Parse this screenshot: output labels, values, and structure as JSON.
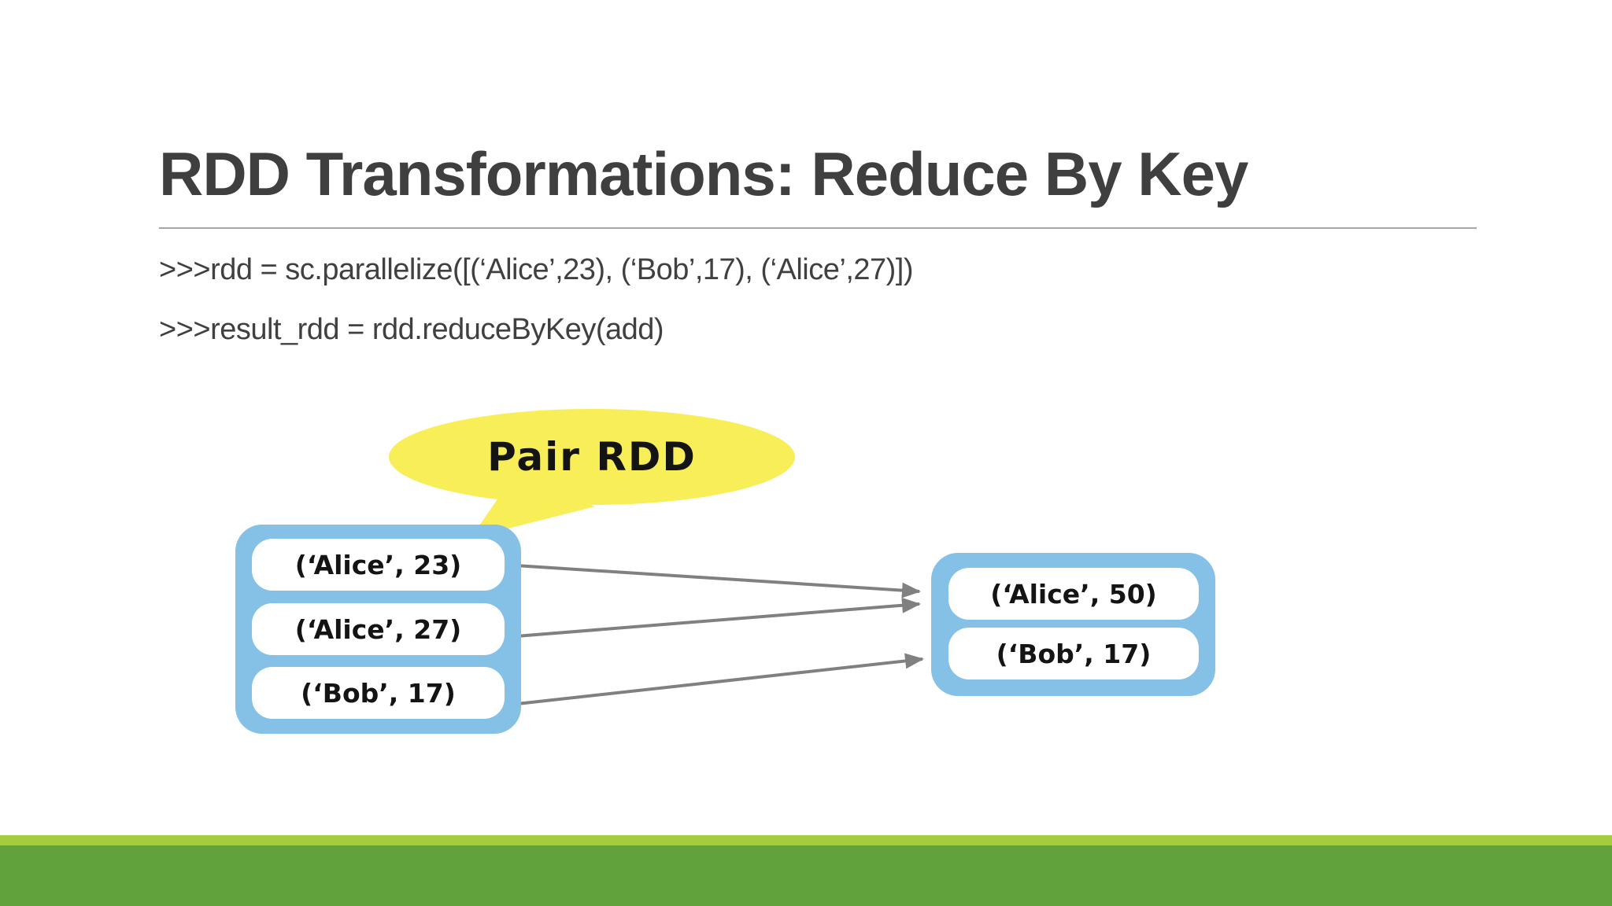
{
  "slide": {
    "title": "RDD Transformations: Reduce By Key",
    "code_lines": [
      ">>>rdd = sc.parallelize([(‘Alice’,23), (‘Bob’,17), (‘Alice’,27)])",
      ">>>result_rdd = rdd.reduceByKey(add)"
    ],
    "diagram": {
      "callout_label": "Pair RDD",
      "source_rdd": {
        "items": [
          "(‘Alice’, 23)",
          "(‘Alice’, 27)",
          "(‘Bob’, 17)"
        ]
      },
      "result_rdd": {
        "items": [
          "(‘Alice’, 50)",
          "(‘Bob’, 17)"
        ]
      }
    },
    "colors": {
      "title_gray": "#3f3f3f",
      "rule_gray": "#a6a6a6",
      "code_gray": "#404040",
      "bubble_yellow": "#f8ee57",
      "container_blue": "#85c1e6",
      "arrow_gray": "#808080",
      "footer_green_light": "#a3cc3e",
      "footer_green_dark": "#62a23c"
    }
  }
}
